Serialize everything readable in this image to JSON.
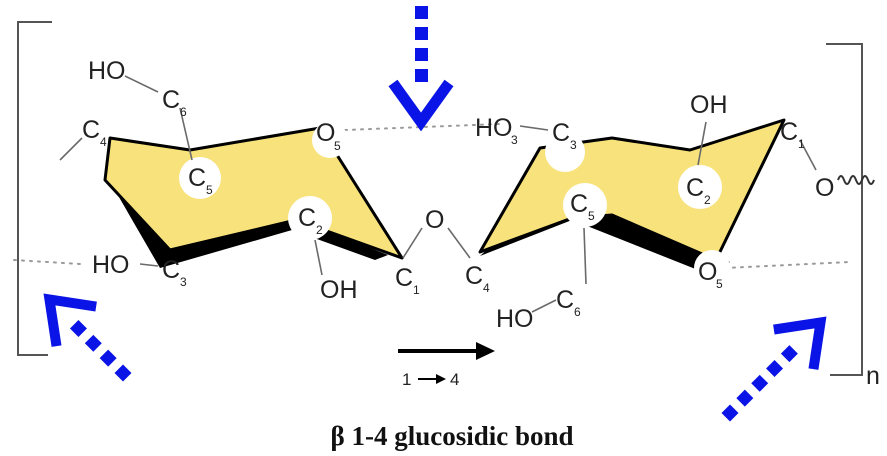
{
  "colors": {
    "ring_fill": "#f7e27c",
    "ring_edge": "#000000",
    "arrow": "#0a14e6"
  },
  "repeat_label": "n",
  "direction_label": "1",
  "direction_label_end": "4",
  "caption": "β 1-4 glucosidic bond",
  "left_ring": {
    "ho_c6": "HO",
    "c6": "C",
    "c6_sub": "6",
    "c4": "C",
    "c4_sub": "4",
    "c5": "C",
    "c5_sub": "5",
    "o5": "O",
    "o5_sub": "5",
    "c2": "C",
    "c2_sub": "2",
    "ho_c3": "HO",
    "c3": "C",
    "c3_sub": "3",
    "oh_c2": "OH",
    "c1": "C",
    "c1_sub": "1"
  },
  "bridge_o": "O",
  "right_ring": {
    "c4": "C",
    "c4_sub": "4",
    "ho3": "HO",
    "ho3_sub": "3",
    "c3": "C",
    "c3_sub": "3",
    "oh_c2": "OH",
    "c2": "C",
    "c2_sub": "2",
    "c1": "C",
    "c1_sub": "1",
    "o_link": "O",
    "c5": "C",
    "c5_sub": "5",
    "o5": "O",
    "o5_sub": "5",
    "ho_c6": "HO",
    "c6": "C",
    "c6_sub": "6"
  }
}
